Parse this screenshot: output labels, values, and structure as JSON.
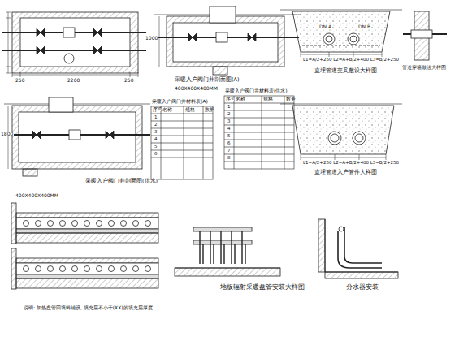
{
  "diagram": {
    "labels": [
      "250",
      "2200",
      "250",
      "1000",
      "采暖入户阀门井剖面图(A)",
      "400X400X400MM",
      "1800",
      "采暖入户阀门井剖面图(供水)",
      "400X400X400MM",
      "DN A",
      "DN B",
      "L1=A/2+250 L2=A+B/2+400 L3=B/2+250",
      "直埋管道交叉敷设大样图",
      "管道穿墙做法大样图",
      "L1=A/2+250 L2=A+B/2+400 L3=B/2+250",
      "直埋管道入户管件大样图",
      "地板辐射采暖盘管安装大样图",
      "分水器安装",
      "说明: 加热盘管回填料铺设, 填充层不小于(XX)的填充层厚度",
      "采暖入户阀门井材料表(A)",
      "采暖入户阀门井材料表(供水)",
      "序号",
      "名称",
      "规格",
      "数量",
      "1",
      "2",
      "3",
      "4",
      "5",
      "6",
      "序号",
      "名称",
      "规格",
      "数量",
      "1",
      "2",
      "3",
      "4",
      "5",
      "6",
      "7",
      "8"
    ]
  }
}
